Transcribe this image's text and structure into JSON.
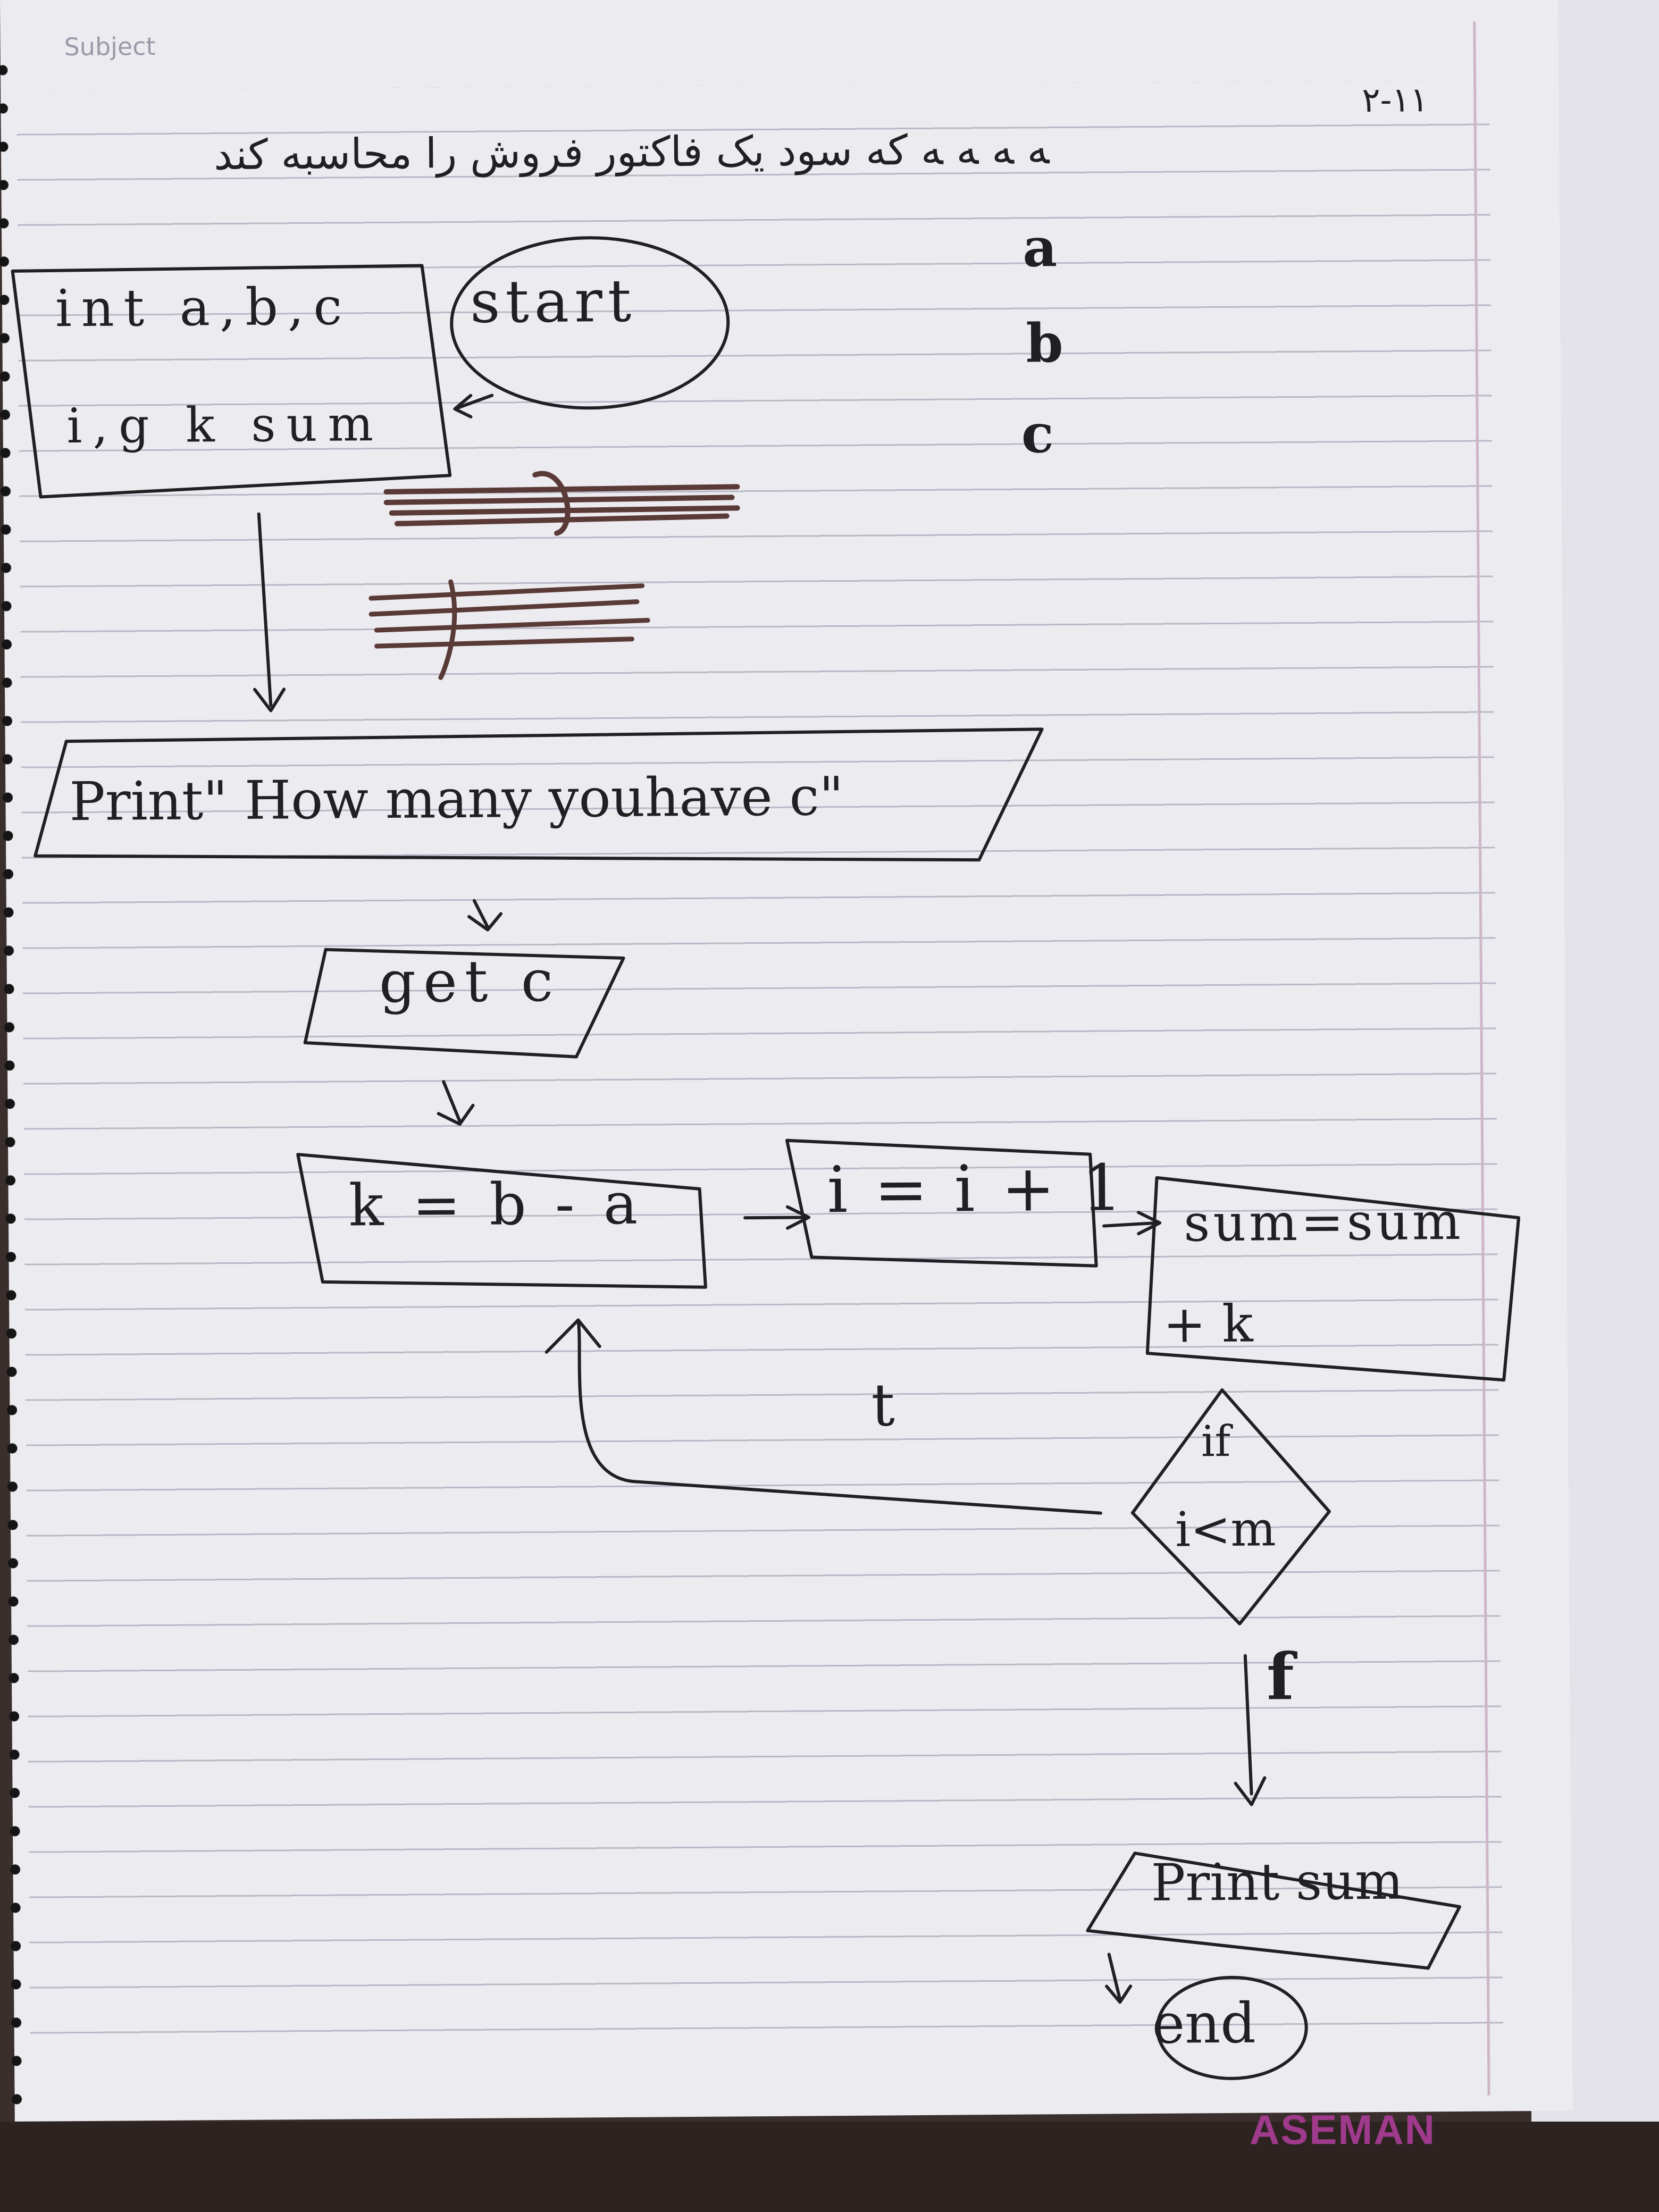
{
  "header": {
    "subject_label": "Subject"
  },
  "question": {
    "number": "۲-۱۱",
    "text": "ﻪ ﻪ ﻪ ﻪ ﮐﻪ ﺳﻮﺩ ﯾﮏ ﻓﺎﮐﺘﻮﺭ ﻓﺮﻭﺵ ﺭﺍ ﻣﺤﺎﺳﺒﻪ ﮐﻨﺪ"
  },
  "flowchart": {
    "declare_line1": "int a,b,c",
    "declare_line2": "i,g k sum",
    "start": "start",
    "print_prompt": "Print\" How many youhave c\"",
    "input": "get c",
    "assign_k": "k = b - a",
    "increment_i": "i = i + 1",
    "sum_line1": "sum=sum",
    "sum_line2": "+ k",
    "cond_line1": "if",
    "cond_line2": "i<m",
    "true_label": "t",
    "false_label": "f",
    "print_sum": "Print sum",
    "end": "end"
  },
  "side_vars": [
    "a",
    "b",
    "c"
  ],
  "brand": {
    "name": "ASEMAN"
  },
  "colors": {
    "paper": "#ecebf0",
    "rule": "#b9b8c6",
    "ink": "#1f1f24",
    "brand": "#a03a8c",
    "scribble": "#5a3a36"
  }
}
